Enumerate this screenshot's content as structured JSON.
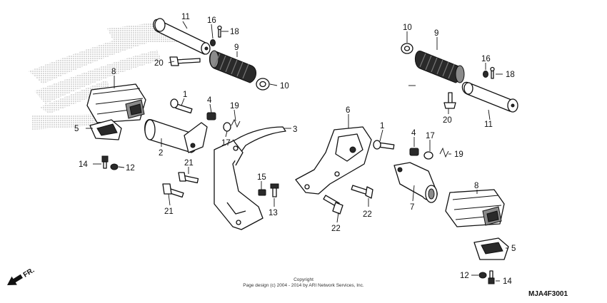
{
  "callouts": [
    "1",
    "2",
    "3",
    "4",
    "5",
    "6",
    "7",
    "8",
    "9",
    "10",
    "11",
    "12",
    "13",
    "14",
    "15",
    "16",
    "17",
    "18",
    "19",
    "20",
    "21",
    "22"
  ],
  "copyright": {
    "line1": "Copyright",
    "line2": "Page design (c) 2004 - 2014 by ARI Network Services, Inc."
  },
  "diagram_code": "MJA4F3001",
  "direction_label": "FR."
}
